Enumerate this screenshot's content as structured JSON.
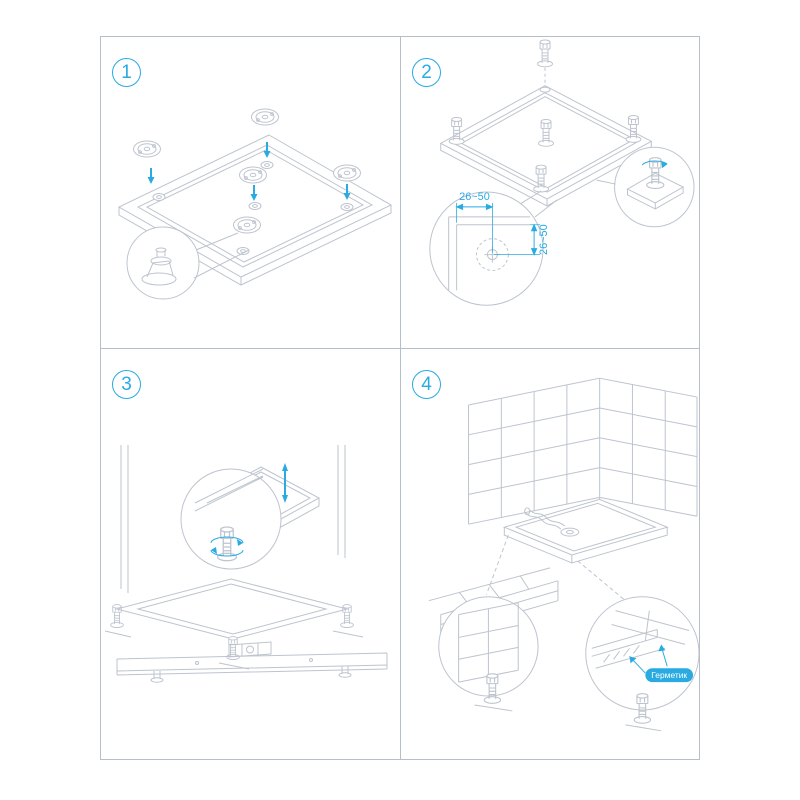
{
  "colors": {
    "accent": "#29abe2",
    "line": "#bdc4ce",
    "border": "#b6bec9"
  },
  "panels": [
    {
      "number": "1"
    },
    {
      "number": "2",
      "dim_horizontal": "26~50",
      "dim_vertical": "26~50"
    },
    {
      "number": "3"
    },
    {
      "number": "4",
      "sealant_label": "Герметик"
    }
  ]
}
